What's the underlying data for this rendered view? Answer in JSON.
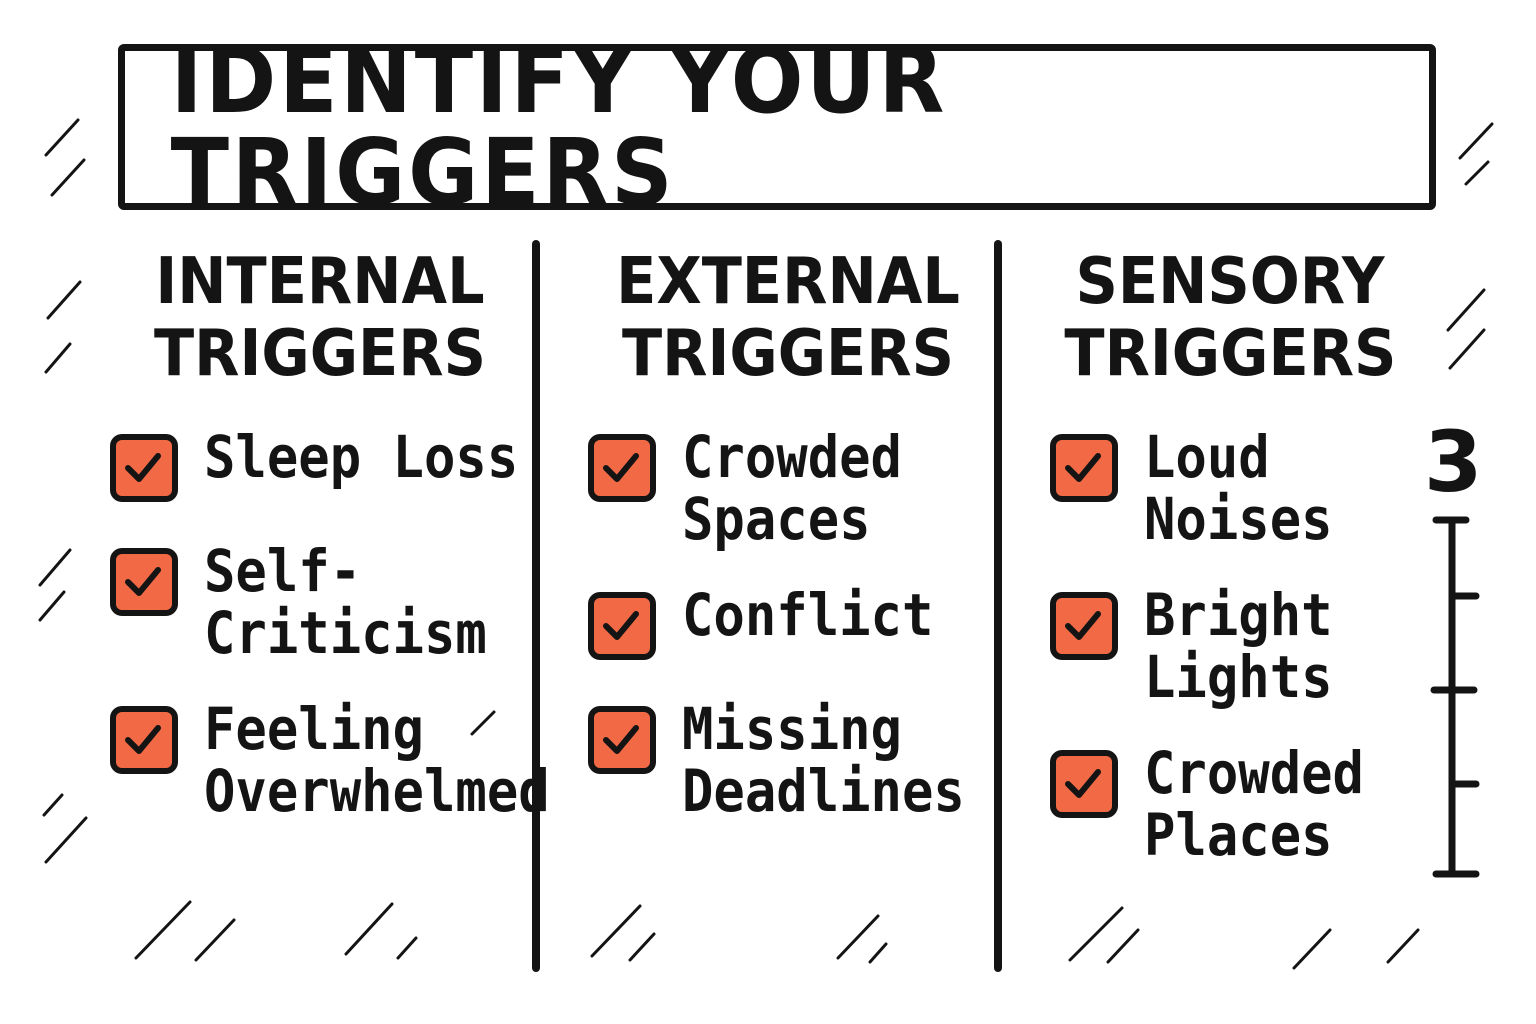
{
  "title": "IDENTIFY YOUR TRIGGERS",
  "columns": [
    {
      "heading_line1": "INTERNAL",
      "heading_line2": "TRIGGERS",
      "items": [
        {
          "line1": "Sleep Loss",
          "line2": ""
        },
        {
          "line1": "Self-",
          "line2": "Criticism"
        },
        {
          "line1": "Feeling",
          "line2": "Overwhelmed"
        }
      ]
    },
    {
      "heading_line1": "EXTERNAL",
      "heading_line2": "TRIGGERS",
      "items": [
        {
          "line1": "Crowded",
          "line2": "Spaces"
        },
        {
          "line1": "Conflict",
          "line2": ""
        },
        {
          "line1": "Missing",
          "line2": "Deadlines"
        }
      ]
    },
    {
      "heading_line1": "SENSORY",
      "heading_line2": "TRIGGERS",
      "items": [
        {
          "line1": "Loud",
          "line2": "Noises"
        },
        {
          "line1": "Bright",
          "line2": "Lights"
        },
        {
          "line1": "Crowded",
          "line2": "Places"
        }
      ]
    }
  ],
  "scale": {
    "label": "3"
  },
  "colors": {
    "accent": "#f26a45",
    "ink": "#141414",
    "background": "#ffffff"
  },
  "icons": {
    "checkbox": "checked-box-icon"
  }
}
